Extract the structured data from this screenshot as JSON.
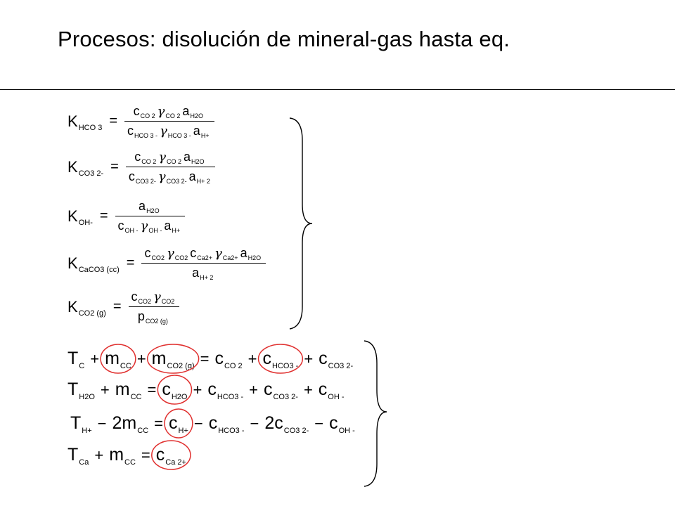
{
  "slide": {
    "title": "Procesos: disolución de mineral-gas hasta eq."
  },
  "constants": [
    {
      "lhs": {
        "sym": "K",
        "sub": "HCO 3"
      },
      "num": [
        {
          "s": "c",
          "b": "CO 2"
        },
        {
          "s": "γ",
          "b": "CO 2",
          "g": true
        },
        {
          "s": "a",
          "b": "H2O"
        }
      ],
      "den": [
        {
          "s": "c",
          "b": "HCO 3 -"
        },
        {
          "s": "γ",
          "b": "HCO 3 -",
          "g": true
        },
        {
          "s": "a",
          "b": "H+"
        }
      ]
    },
    {
      "lhs": {
        "sym": "K",
        "sub": "CO3 2-"
      },
      "num": [
        {
          "s": "c",
          "b": "CO 2"
        },
        {
          "s": "γ",
          "b": "CO 2",
          "g": true
        },
        {
          "s": "a",
          "b": "H2O"
        }
      ],
      "den": [
        {
          "s": "c",
          "b": "CO3 2-"
        },
        {
          "s": "γ",
          "b": "CO3 2-",
          "g": true
        },
        {
          "s": "a",
          "b": "H+ 2"
        }
      ]
    },
    {
      "lhs": {
        "sym": "K",
        "sub": "OH-"
      },
      "num": [
        {
          "s": "a",
          "b": "H2O"
        }
      ],
      "den": [
        {
          "s": "c",
          "b": "OH -"
        },
        {
          "s": "γ",
          "b": "OH -",
          "g": true
        },
        {
          "s": "a",
          "b": "H+"
        }
      ]
    },
    {
      "lhs": {
        "sym": "K",
        "sub": "CaCO3 (cc)"
      },
      "num": [
        {
          "s": "c",
          "b": "CO2"
        },
        {
          "s": "γ",
          "b": "CO2",
          "g": true
        },
        {
          "s": "c",
          "b": "Ca2+"
        },
        {
          "s": "γ",
          "b": "Ca2+",
          "g": true
        },
        {
          "s": "a",
          "b": "H2O"
        }
      ],
      "den": [
        {
          "s": "a",
          "b": "H+ 2"
        }
      ]
    },
    {
      "lhs": {
        "sym": "K",
        "sub": "CO2 (g)"
      },
      "num": [
        {
          "s": "c",
          "b": "CO2"
        },
        {
          "s": "γ",
          "b": "CO2",
          "g": true
        }
      ],
      "den": [
        {
          "s": "p",
          "b": "CO2 (g)"
        }
      ]
    }
  ],
  "balances": [
    {
      "lhs": [
        {
          "s": "T",
          "b": "C"
        },
        {
          "op": "+"
        },
        {
          "s": "m",
          "b": "CC"
        },
        {
          "op": "+"
        },
        {
          "s": "m",
          "b": "CO2 (g)"
        }
      ],
      "rhs": [
        {
          "s": "c",
          "b": "CO 2"
        },
        {
          "op": "+"
        },
        {
          "s": "c",
          "b": "HCO3 -"
        },
        {
          "op": "+"
        },
        {
          "s": "c",
          "b": "CO3 2-"
        }
      ]
    },
    {
      "lhs": [
        {
          "s": "T",
          "b": "H2O"
        },
        {
          "op": "+"
        },
        {
          "s": "m",
          "b": "CC"
        }
      ],
      "rhs": [
        {
          "s": "c",
          "b": "H2O"
        },
        {
          "op": "+"
        },
        {
          "s": "c",
          "b": "HCO3 -"
        },
        {
          "op": "+"
        },
        {
          "s": "c",
          "b": "CO3 2-"
        },
        {
          "op": "+"
        },
        {
          "s": "c",
          "b": "OH -"
        }
      ]
    },
    {
      "lhs": [
        {
          "s": "T",
          "b": "H+"
        },
        {
          "op": "−"
        },
        {
          "s": "2m",
          "b": "CC"
        }
      ],
      "rhs": [
        {
          "s": "c",
          "b": "H+"
        },
        {
          "op": "−"
        },
        {
          "s": "c",
          "b": "HCO3 -"
        },
        {
          "op": "−"
        },
        {
          "s": "2c",
          "b": "CO3 2-"
        },
        {
          "op": "−"
        },
        {
          "s": "c",
          "b": "OH -"
        }
      ]
    },
    {
      "lhs": [
        {
          "s": "T",
          "b": "Ca"
        },
        {
          "op": "+"
        },
        {
          "s": "m",
          "b": "CC"
        }
      ],
      "rhs": [
        {
          "s": "c",
          "b": "Ca 2+"
        }
      ]
    }
  ],
  "symbols": {
    "equals": "=",
    "circle_color": "#e0302f"
  }
}
